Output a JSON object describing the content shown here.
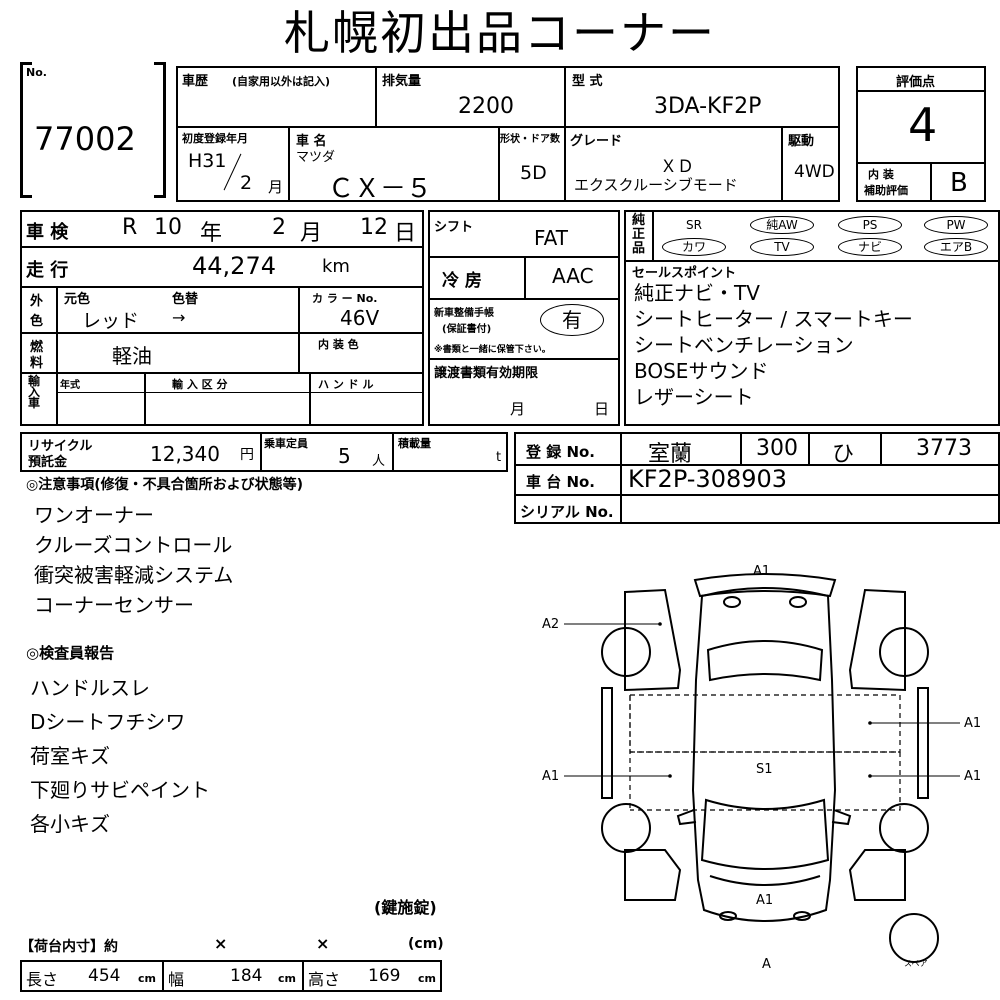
{
  "title": "札幌初出品コーナー",
  "lot": {
    "label": "No.",
    "value": "77002"
  },
  "history": {
    "label": "車歴",
    "note": "(自家用以外は記入)"
  },
  "displacement": {
    "label": "排気量",
    "value": "2200"
  },
  "model": {
    "label": "型 式",
    "value": "3DA-KF2P"
  },
  "score": {
    "label": "評価点",
    "value": "4",
    "interior_label_1": "内 装",
    "interior_label_2": "補助評価",
    "interior_value": "B"
  },
  "first_reg": {
    "label": "初度登録年月",
    "year": "H31",
    "month": "2",
    "month_unit": "月"
  },
  "car_name": {
    "label": "車 名",
    "maker": "マツダ",
    "name": "ＣＸ－５"
  },
  "shape": {
    "label": "形状・ドア数",
    "value": "5D"
  },
  "grade": {
    "label": "グレード",
    "value1": "ＸＤ",
    "value2": "エクスクルーシブモード"
  },
  "drive": {
    "label": "駆動",
    "value": "4WD"
  },
  "inspection": {
    "label": "車 検",
    "era": "R",
    "year": "10",
    "year_unit": "年",
    "month": "2",
    "month_unit": "月",
    "day": "12",
    "day_unit": "日"
  },
  "shift": {
    "label": "シフト",
    "value": "FAT"
  },
  "mileage": {
    "label": "走 行",
    "value": "44,274",
    "unit": "km"
  },
  "ac": {
    "label": "冷 房",
    "value": "AAC"
  },
  "color": {
    "ext_label_1": "外",
    "ext_label_2": "色",
    "orig_label": "元色",
    "change_label": "色替",
    "orig_value": "レッド",
    "arrow": "→",
    "code_label": "カ ラ ー No.",
    "code_value": "46V",
    "int_label": "内 装 色"
  },
  "fuel": {
    "label_1": "燃",
    "label_2": "料",
    "value": "軽油"
  },
  "manual": {
    "label_1": "新車整備手帳",
    "label_2": "(保証書付)",
    "value": "有",
    "note": "※書類と一緒に保管下さい。"
  },
  "import": {
    "label": "輸入車",
    "year_label": "年式",
    "class_label": "輸 入 区 分",
    "handle_label": "ハ ン ド ル"
  },
  "transfer": {
    "label": "譲渡書類有効期限",
    "month_unit": "月",
    "day_unit": "日"
  },
  "equipment": {
    "label": "純正品",
    "items": [
      "SR",
      "純AW",
      "PS",
      "PW",
      "カワ",
      "TV",
      "ナビ",
      "エアB"
    ],
    "circled": [
      false,
      true,
      true,
      true,
      true,
      true,
      true,
      true
    ]
  },
  "selling_points": {
    "label": "セールスポイント",
    "items": [
      "純正ナビ・TV",
      "シートヒーター / スマートキー",
      "シートベンチレーション",
      "BOSEサウンド",
      "レザーシート"
    ]
  },
  "recycle": {
    "label_1": "リサイクル",
    "label_2": "預託金",
    "value": "12,340",
    "unit": "円"
  },
  "capacity": {
    "label": "乗車定員",
    "value": "5",
    "unit": "人"
  },
  "load": {
    "label": "積載量",
    "unit": "t"
  },
  "registration": {
    "label": "登 録 No.",
    "place": "室蘭",
    "class": "300",
    "kana": "ひ",
    "number": "3773"
  },
  "chassis": {
    "label": "車 台 No.",
    "value": "KF2P-308903"
  },
  "serial": {
    "label": "シリアル No."
  },
  "notes": {
    "label": "◎注意事項(修復・不具合箇所および状態等)",
    "items": [
      "ワンオーナー",
      "クルーズコントロール",
      "衝突被害軽減システム",
      "コーナーセンサー"
    ]
  },
  "inspector": {
    "label": "◎検査員報告",
    "items": [
      "ハンドルスレ",
      "Dシートフチシワ",
      "荷室キズ",
      "下廻りサビペイント",
      "各小キズ"
    ]
  },
  "key_note": "(鍵施錠)",
  "dimensions": {
    "label": "【荷台内寸】約",
    "x1": "×",
    "x2": "×",
    "unit": "(cm)",
    "length_label": "長さ",
    "length": "454",
    "width_label": "幅",
    "width": "184",
    "height_label": "高さ",
    "height": "169",
    "cm": "cm"
  },
  "diagram": {
    "marks": [
      "A1",
      "A2",
      "A1",
      "A1",
      "A1",
      "S1",
      "A1",
      "A"
    ],
    "spare": "スペア"
  }
}
